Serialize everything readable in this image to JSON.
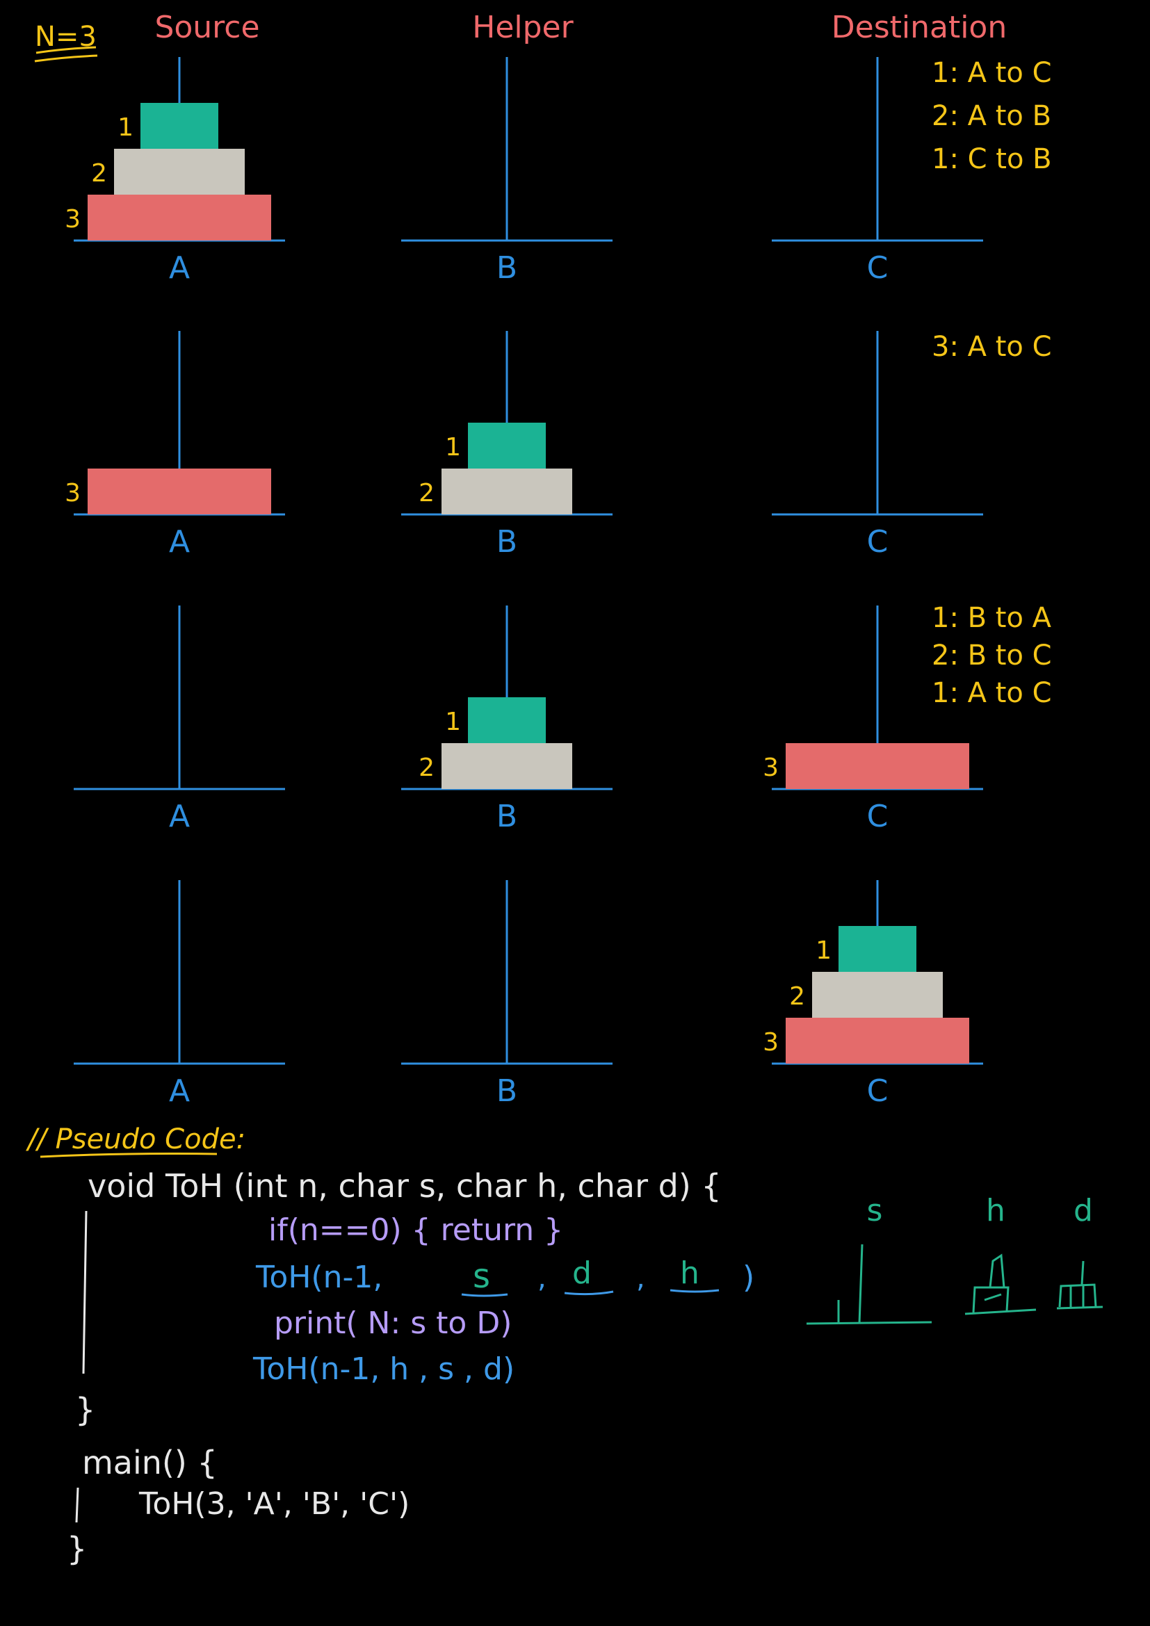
{
  "colors": {
    "background": "#000000",
    "title_red": "#f0696b",
    "peg_blue": "#2f8fe0",
    "note_yellow": "#f5c518",
    "disk1_teal": "#1bb394",
    "disk2_grey": "#c9c6bd",
    "disk3_red": "#e46b6b",
    "code_white": "#e8e8e8",
    "code_purple": "#b69cf7",
    "code_blue": "#3f9ae8",
    "code_green": "#25b48c"
  },
  "header": {
    "n_label": "N=3",
    "peg_titles": [
      "Source",
      "Helper",
      "Destination"
    ]
  },
  "peg_letters": [
    "A",
    "B",
    "C"
  ],
  "disk_labels": [
    "1",
    "2",
    "3"
  ],
  "states": [
    {
      "pegs": [
        [
          3,
          2,
          1
        ],
        [],
        []
      ],
      "notes": [
        "1: A to C",
        "2: A to B",
        "1: C to B"
      ]
    },
    {
      "pegs": [
        [
          3
        ],
        [
          2,
          1
        ],
        []
      ],
      "notes": [
        "3: A to C"
      ]
    },
    {
      "pegs": [
        [],
        [
          2,
          1
        ],
        [
          3
        ]
      ],
      "notes": [
        "1: B to A",
        "2: B to C",
        "1: A to C"
      ]
    },
    {
      "pegs": [
        [],
        [],
        [
          3,
          2,
          1
        ]
      ],
      "notes": []
    }
  ],
  "code": {
    "heading": "// Pseudo Code:",
    "signature": "void ToH (int n, char s, char h, char d) {",
    "base_case": "if(n==0) { return }",
    "call1_prefix": "ToH(n-1,",
    "call1_args": [
      "s",
      "d",
      "h"
    ],
    "call1_close": ")",
    "print_line": "print( N: s to D)",
    "call2": "ToH(n-1, h , s , d)",
    "close_brace": "}",
    "main_open": "main() {",
    "main_call": "ToH(3, 'A', 'B', 'C')",
    "main_close": "}"
  },
  "sketch_labels": [
    "s",
    "h",
    "d"
  ]
}
